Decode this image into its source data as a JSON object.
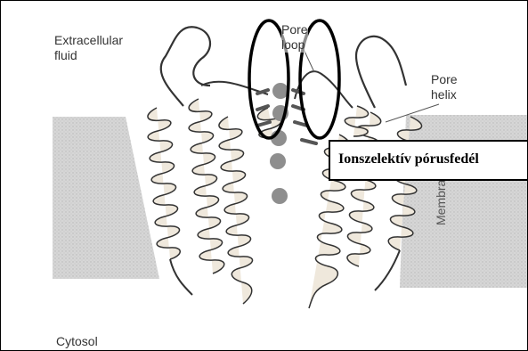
{
  "labels": {
    "extracellular_line1": "Extracellular",
    "extracellular_line2": "fluid",
    "pore_loop_line1": "Pore",
    "pore_loop_line2": "loop",
    "pore_helix_line1": "Pore",
    "pore_helix_line2": "helix",
    "membrane": "Membrane",
    "cytosol": "Cytosol"
  },
  "callout": "Ionszelektív pórusfedél",
  "colors": {
    "ion": "#8e8e8e",
    "membrane": "#cfcfcf",
    "helix_fill": "#efe8dc",
    "outline": "#000000"
  }
}
